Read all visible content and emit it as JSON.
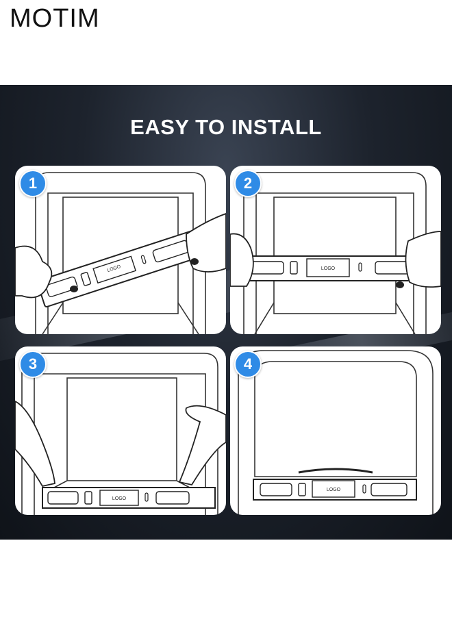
{
  "brand": {
    "name": "MOTIM"
  },
  "banner": {
    "headline": "EASY TO INSTALL"
  },
  "steps": [
    {
      "number": "1",
      "logo_label": "LOGO"
    },
    {
      "number": "2",
      "logo_label": "LOGO"
    },
    {
      "number": "3",
      "logo_label": "LOGO"
    },
    {
      "number": "4",
      "logo_label": "LOGO"
    }
  ],
  "colors": {
    "badge": "#2f8be6",
    "banner_dark": "#1d232d"
  }
}
